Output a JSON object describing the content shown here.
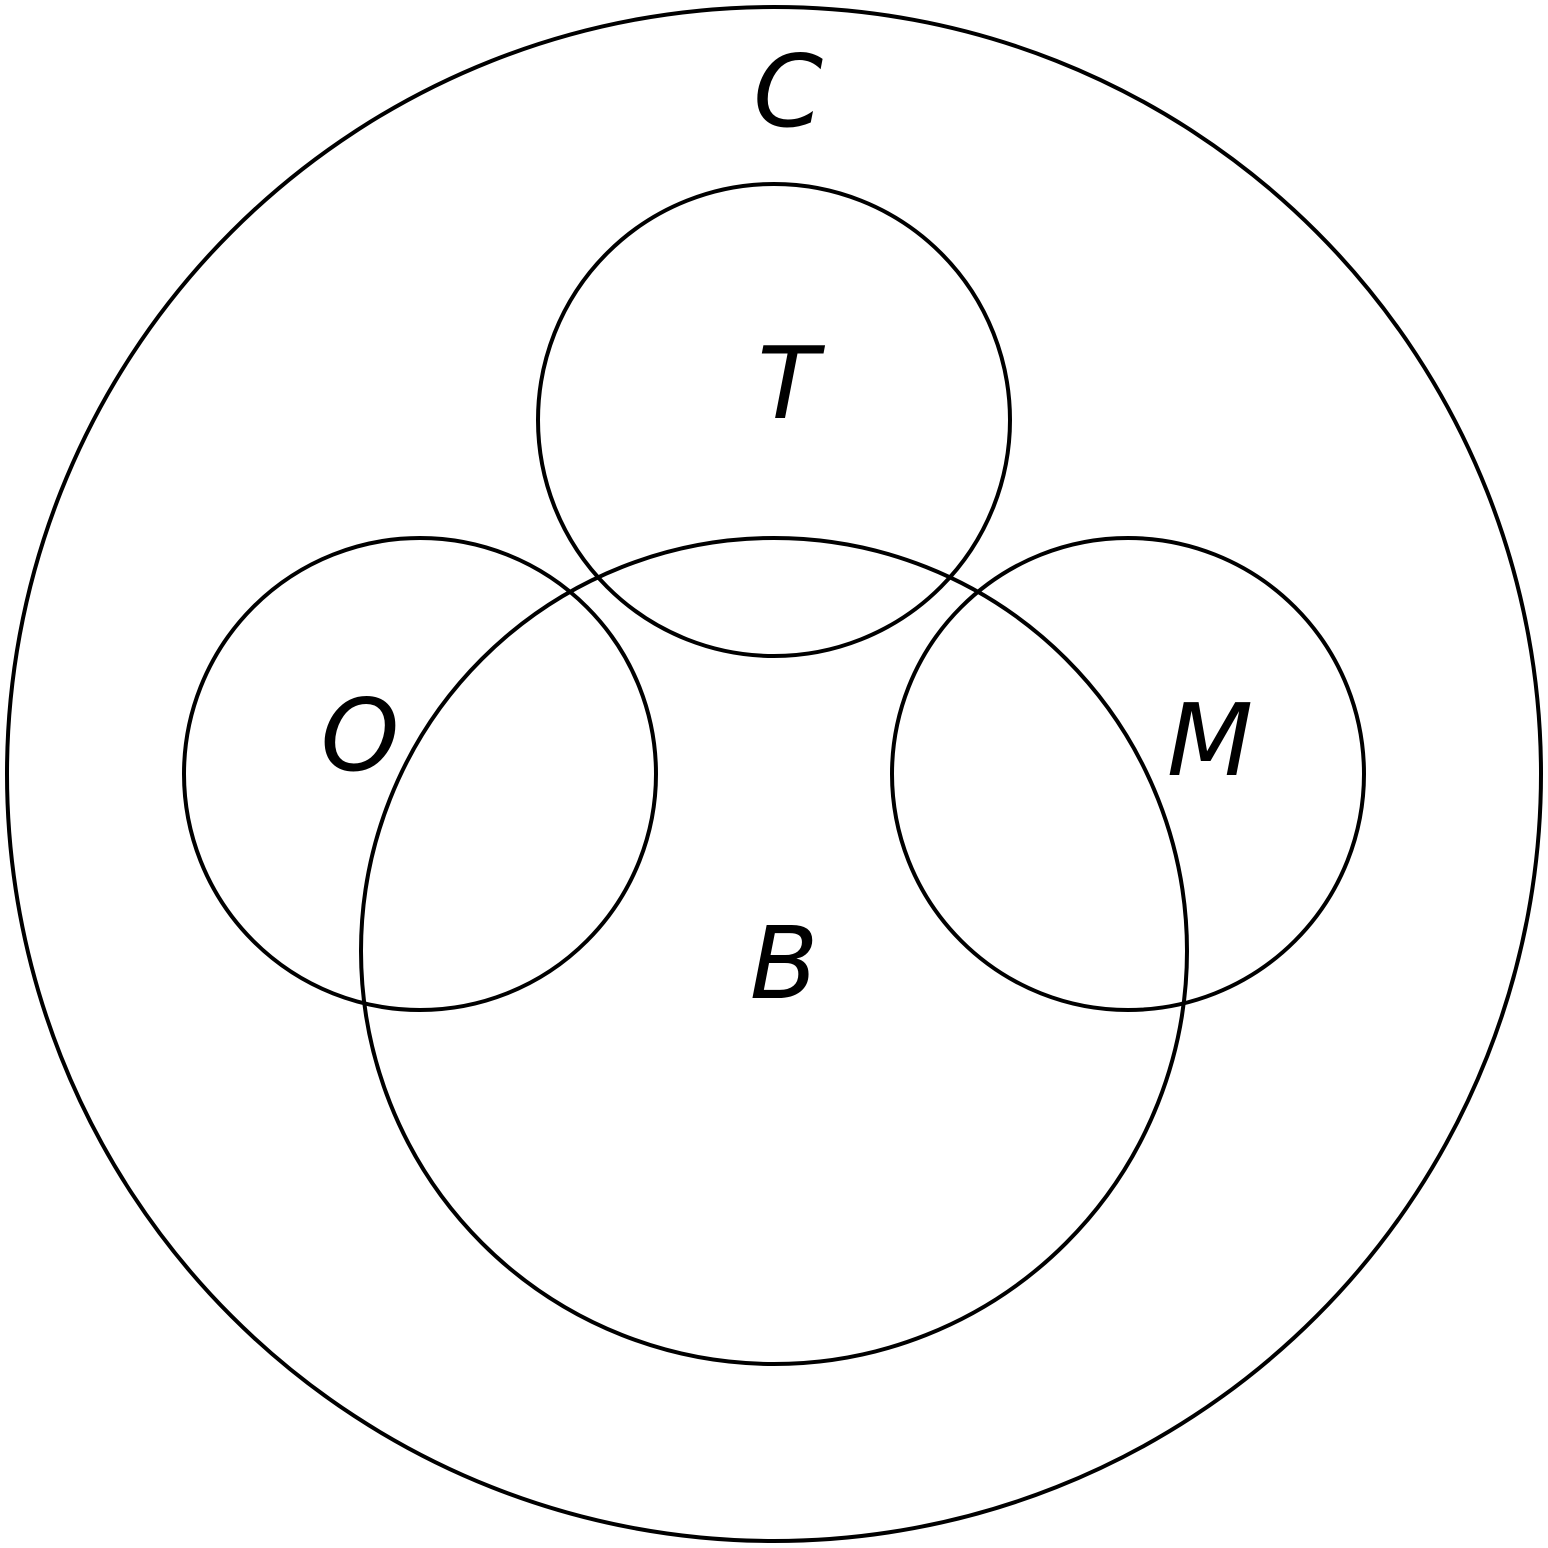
{
  "diagram": {
    "type": "venn",
    "colors": {
      "stroke": "#000000",
      "background": "#ffffff"
    },
    "sets": [
      {
        "id": "outer",
        "label": "C"
      },
      {
        "id": "top",
        "label": "T"
      },
      {
        "id": "left",
        "label": "O"
      },
      {
        "id": "right",
        "label": "M"
      },
      {
        "id": "center",
        "label": "B"
      }
    ],
    "relations": [
      {
        "set": "T",
        "within": "C"
      },
      {
        "set": "O",
        "within": "C"
      },
      {
        "set": "M",
        "within": "C"
      },
      {
        "set": "B",
        "within": "C"
      },
      {
        "a": "T",
        "b": "B",
        "relation": "overlap"
      },
      {
        "a": "O",
        "b": "B",
        "relation": "overlap"
      },
      {
        "a": "M",
        "b": "B",
        "relation": "overlap"
      }
    ]
  }
}
